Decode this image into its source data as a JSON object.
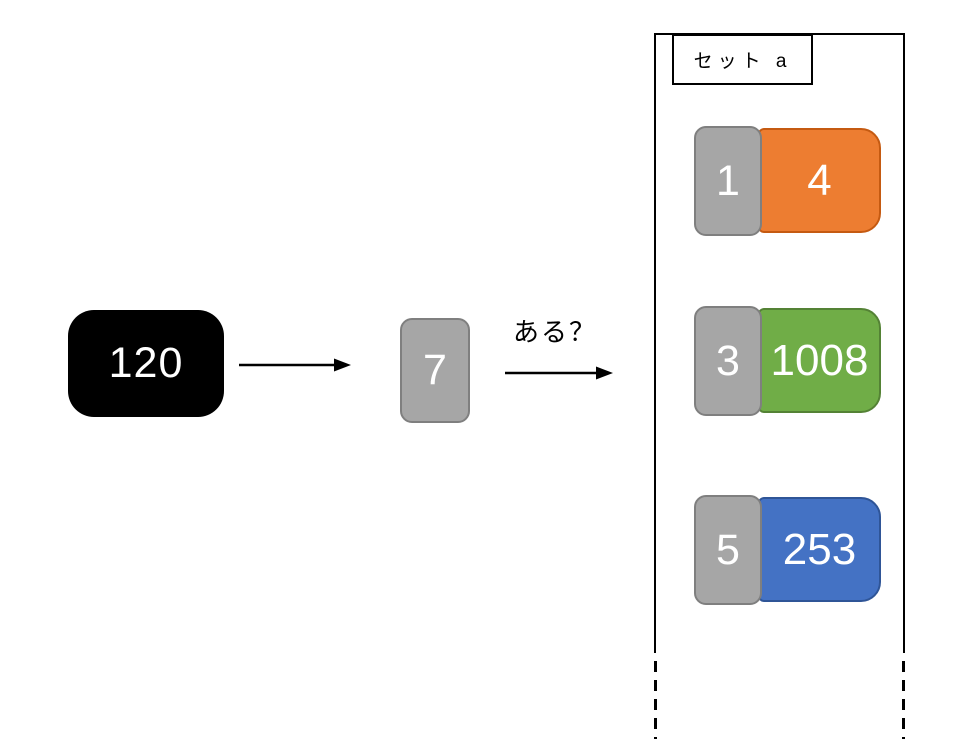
{
  "diagram": {
    "input_box": {
      "label": "120",
      "fill": "#000000",
      "text_color": "#FFFFFF"
    },
    "hash_box": {
      "label": "7",
      "fill": "#A6A6A6",
      "border": "#7F7F7F",
      "text_color": "#FFFFFF"
    },
    "question_label": "ある？",
    "arrow_color": "#000000",
    "set": {
      "title": "セット a",
      "outline_color": "#000000",
      "key_fill": "#A6A6A6",
      "key_border": "#7F7F7F",
      "entries": [
        {
          "key": "1",
          "value": "4",
          "fill": "#ED7D31",
          "border": "#C55A11"
        },
        {
          "key": "3",
          "value": "1008",
          "fill": "#70AD47",
          "border": "#548235"
        },
        {
          "key": "5",
          "value": "253",
          "fill": "#4472C4",
          "border": "#2F5597"
        }
      ]
    }
  }
}
